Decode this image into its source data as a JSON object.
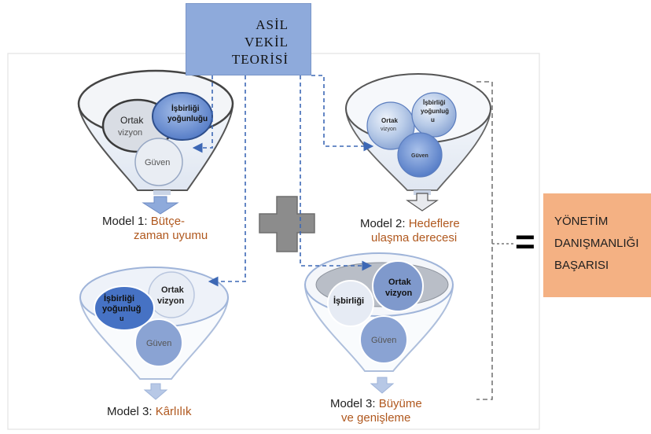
{
  "theory": {
    "lines": [
      "ASİL",
      "VEKİL",
      "TEORİSİ"
    ]
  },
  "model1": {
    "title_prefix": "Model 1: ",
    "title_highlight_1": "Bütçe-",
    "title_highlight_2": "zaman uyumu",
    "circles": [
      "Ortak",
      "vizyon",
      "İşbirliği",
      "yoğunluğu",
      "Güven"
    ]
  },
  "model2": {
    "title_prefix": "Model 2: ",
    "title_highlight_1": "Hedeflere",
    "title_highlight_2": "ulaşma derecesi",
    "circles": [
      "Ortak",
      "vizyon",
      "İşbirliği",
      "yoğunluğ",
      "u",
      "Güven"
    ]
  },
  "model3a": {
    "title_prefix": "Model 3: ",
    "title_highlight": "Kârlılık",
    "circles": [
      "İşbirliği",
      "yoğunluğ",
      "u",
      "Ortak",
      "vizyon",
      "Güven"
    ]
  },
  "model3b": {
    "title_prefix": "Model 3: ",
    "title_highlight_1": "Büyüme",
    "title_highlight_2": "ve genişleme",
    "circles": [
      "İşbirliği",
      "Ortak",
      "vizyon",
      "Güven"
    ]
  },
  "equals_sign": "=",
  "result": {
    "text": "YÖNETİM\nDANIŞMANLIĞI\nBAŞARISI"
  }
}
